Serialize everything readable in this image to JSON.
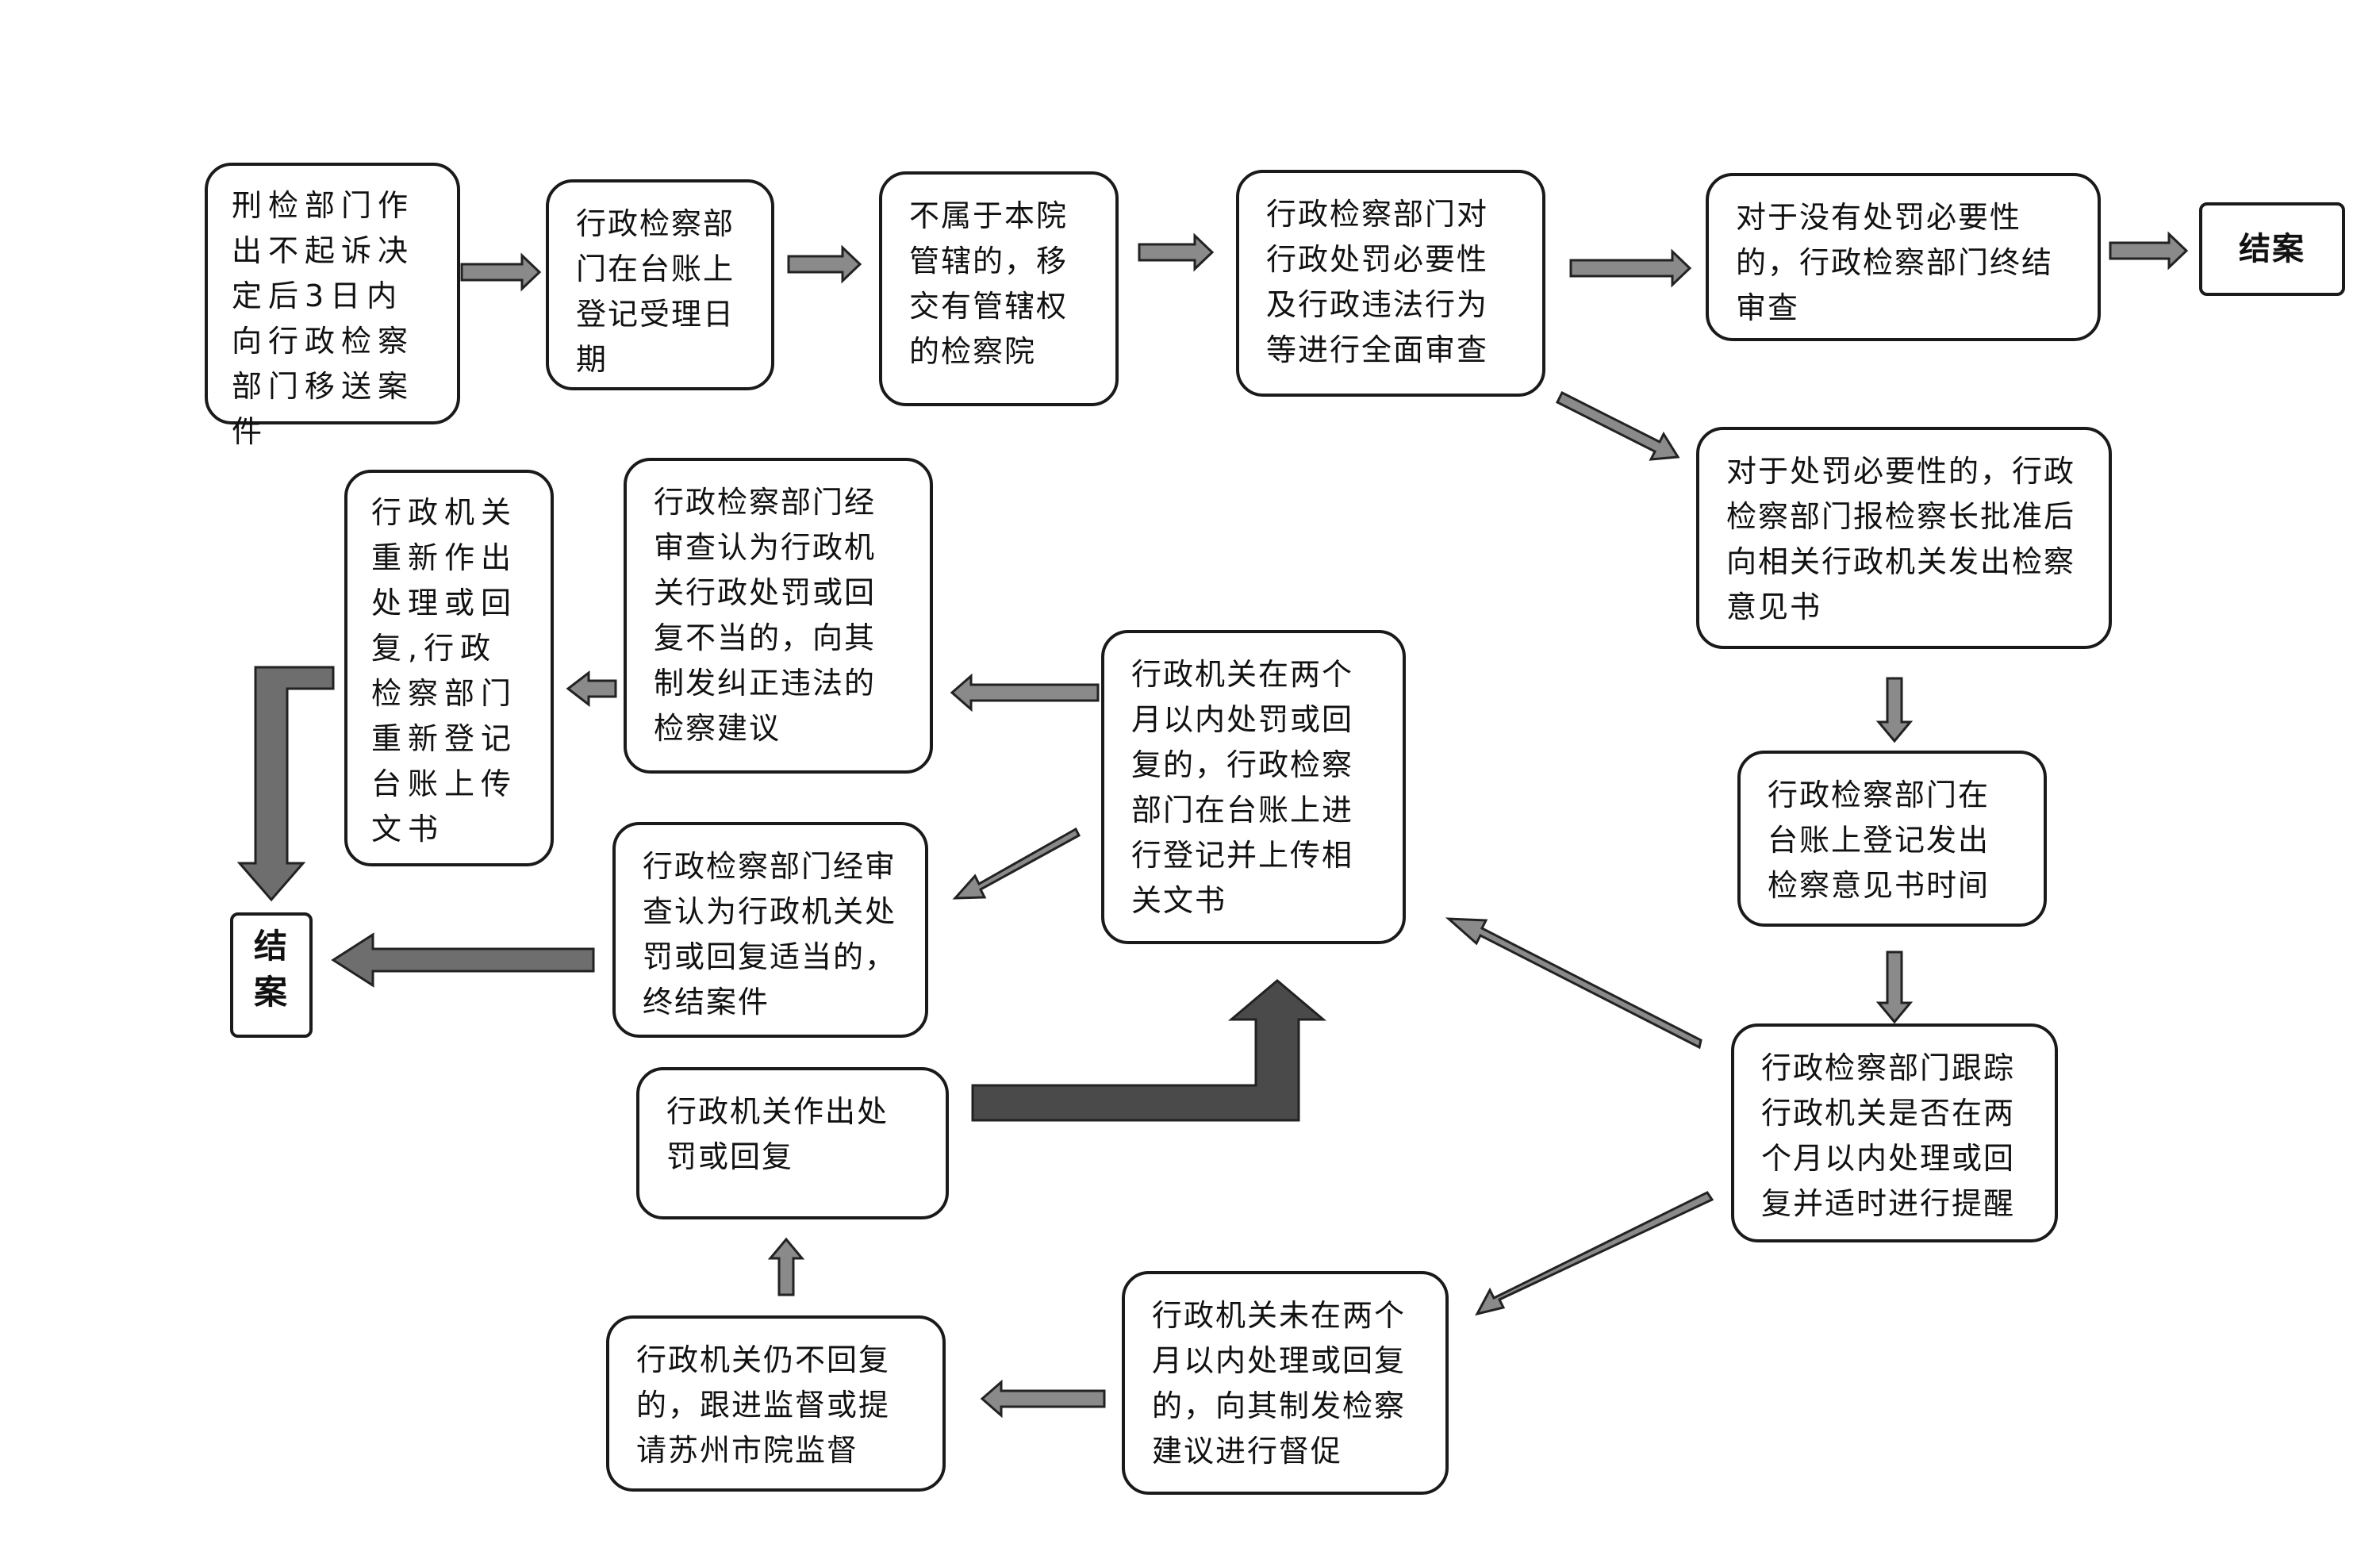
{
  "diagram": {
    "nodes": {
      "n1": "刑检部门作出不起诉决定后3日内向行政检察部门移送案件",
      "n2": "行政检察部门在台账上登记受理日期",
      "n3": "不属于本院管辖的，移交有管辖权的检察院",
      "n4": "行政检察部门对行政处罚必要性及行政违法行为等进行全面审查",
      "n5": "对于没有处罚必要性的，行政检察部门终结审查",
      "n6": "结案",
      "n7": "对于处罚必要性的，行政检察部门报检察长批准后向相关行政机关发出检察意见书",
      "n8": "行政检察部门在台账上登记发出检察意见书时间",
      "n9": "行政检察部门跟踪行政机关是否在两个月以内处理或回复并适时进行提醒",
      "n10": "行政机关在两个月以内处罚或回复的，行政检察部门在台账上进行登记并上传相关文书",
      "n11": "行政检察部门经审查认为行政机关行政处罚或回复不当的，向其制发纠正违法的检察建议",
      "n12": "行政机关重新作出处理或回复,行政检察部门重新登记台账上传文书",
      "n13": "结案",
      "n14": "行政检察部门经审查认为行政机关处罚或回复适当的，终结案件",
      "n15": "行政机关作出处罚或回复",
      "n16": "行政机关未在两个月以内处理或回复的，向其制发检察建议进行督促",
      "n17": "行政机关仍不回复的，跟进监督或提请苏州市院监督"
    },
    "colors": {
      "border": "#1a1a1a",
      "arrow_fill": "#8a8a8a",
      "arrow_dark": "#4a4a4a",
      "arrow_stroke": "#222222"
    }
  }
}
